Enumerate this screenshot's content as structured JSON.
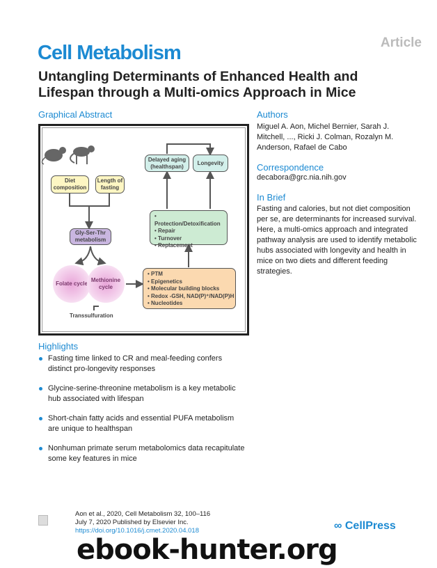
{
  "header": {
    "article_type": "Article",
    "journal": "Cell Metabolism",
    "title": "Untangling Determinants of Enhanced Health and Lifespan through a Multi-omics Approach in Mice"
  },
  "graphical_abstract": {
    "label": "Graphical Abstract",
    "diet": "Diet composition",
    "fasting": "Length of fasting",
    "gly": "Gly-Ser-Thr metabolism",
    "folate": "Folate cycle",
    "methionine": "Methionine cycle",
    "transsulfuration": "Transsulfuration",
    "ptm_items": [
      "• PTM",
      "• Epigenetics",
      "• Molecular building blocks",
      "• Redox -GSH, NAD(P)⁺/NAD(P)H",
      "• Nucleotides"
    ],
    "protect_items": [
      "• Protection/Detoxification",
      "• Repair",
      "• Turnover",
      "• Replacement"
    ],
    "delayed": "Delayed aging (healthspan)",
    "longevity": "Longevity"
  },
  "authors": {
    "label": "Authors",
    "text": "Miguel A. Aon, Michel Bernier, Sarah J. Mitchell, ..., Ricki J. Colman, Rozalyn M. Anderson, Rafael de Cabo"
  },
  "correspondence": {
    "label": "Correspondence",
    "email": "decabora@grc.nia.nih.gov"
  },
  "in_brief": {
    "label": "In Brief",
    "text": "Fasting and calories, but not diet composition per se, are determinants for increased survival. Here, a multi-omics approach and integrated pathway analysis are used to identify metabolic hubs associated with longevity and health in mice on two diets and different feeding strategies."
  },
  "highlights": {
    "label": "Highlights",
    "items": [
      "Fasting time linked to CR and meal-feeding confers distinct pro-longevity responses",
      "Glycine-serine-threonine metabolism is a key metabolic hub associated with lifespan",
      "Short-chain fatty acids and essential PUFA metabolism are unique to healthspan",
      "Nonhuman primate serum metabolomics data recapitulate some key features in mice"
    ]
  },
  "footer": {
    "citation": "Aon et al., 2020, Cell Metabolism 32, 100–116",
    "published": "July 7, 2020 Published by Elsevier Inc.",
    "doi": "https://doi.org/10.1016/j.cmet.2020.04.018",
    "publisher": "CellPress"
  },
  "watermark": "ebook-hunter.org",
  "colors": {
    "accent": "#1c8ad2"
  }
}
